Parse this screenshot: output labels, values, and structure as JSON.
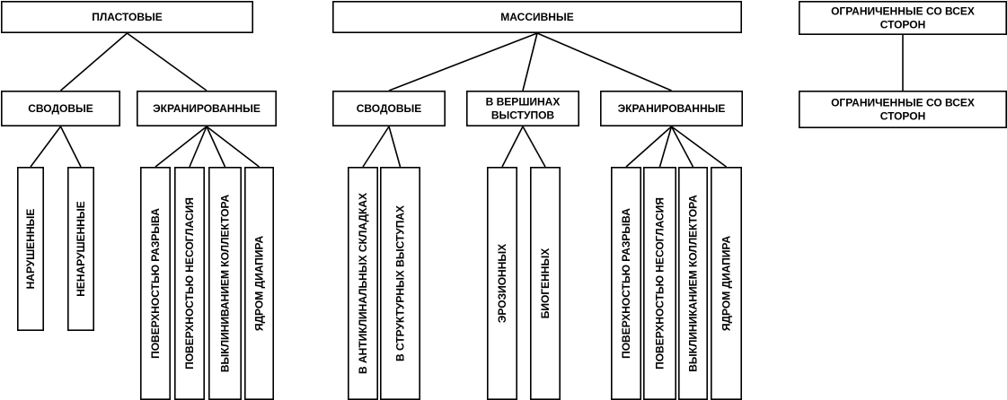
{
  "groups": [
    {
      "label": "ПЛАСТОВЫЕ",
      "subgroups": [
        {
          "label": "СВОДОВЫЕ",
          "items": [
            "НАРУШЕННЫЕ",
            "НЕНАРУШЕННЫЕ"
          ]
        },
        {
          "label": "ЭКРАНИРОВАННЫЕ",
          "items": [
            "ПОВЕРХНОСТЬЮ РАЗРЫВА",
            "ПОВЕРХНОСТЬЮ НЕСОГЛАСИЯ",
            "ВЫКЛИНИВАНИЕМ КОЛЛЕКТОРА",
            "ЯДРОМ ДИАПИРА"
          ]
        }
      ]
    },
    {
      "label": "МАССИВНЫЕ",
      "subgroups": [
        {
          "label": "СВОДОВЫЕ",
          "items": [
            "В АНТИКЛИНАЛЬНЫХ СКЛАДКАХ",
            "В СТРУКТУРНЫХ ВЫСТУПАХ"
          ]
        },
        {
          "label": [
            "В ВЕРШИНАХ",
            "ВЫСТУПОВ"
          ],
          "items": [
            "ЭРОЗИОННЫХ",
            "БИОГЕННЫХ"
          ]
        },
        {
          "label": "ЭКРАНИРОВАННЫЕ",
          "items": [
            "ПОВЕРХНОСТЬЮ РАЗРЫВА",
            "ПОВЕРХНОСТЬЮ НЕСОГЛАСИЯ",
            "ВЫКЛИНИКАНИЕМ КОЛЛЕКТОРА",
            "ЯДРОМ ДИАПИРА"
          ]
        }
      ]
    },
    {
      "label": [
        "ОГРАНИЧЕННЫЕ СО ВСЕХ",
        "СТОРОН"
      ],
      "subgroups": [
        {
          "label": [
            "ОГРАНИЧЕННЫЕ СО ВСЕХ",
            "СТОРОН"
          ],
          "items": []
        }
      ]
    }
  ]
}
